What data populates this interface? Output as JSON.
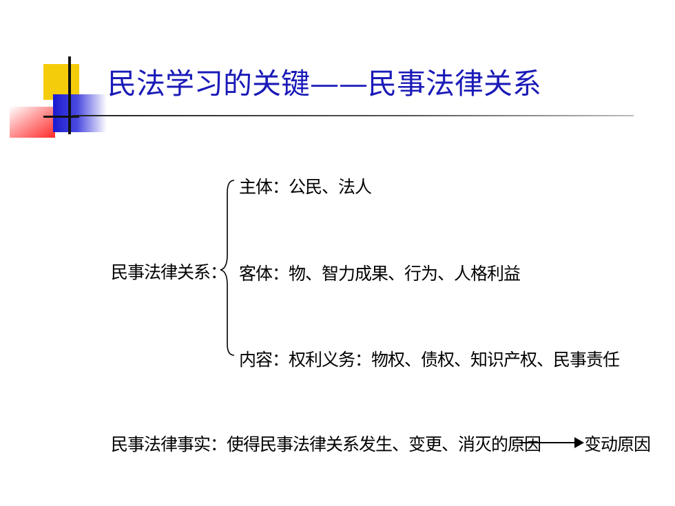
{
  "slide": {
    "title": "民法学习的关键——民事法律关系"
  },
  "relation": {
    "label": "民事法律关系：",
    "items": [
      "主体：公民、法人",
      "客体：物、智力成果、行为、人格利益",
      "内容：权利义务：物权、债权、知识产权、民事责任"
    ]
  },
  "fact": {
    "text": "民事法律事实：使得民事法律关系发生、变更、消灭的原因",
    "arrow_target": "变动原因"
  },
  "colors": {
    "title": "#1a1ab8",
    "yellow": "#f5cc0a",
    "blue": "#1a1ad0",
    "red": "#ff2a2a"
  }
}
